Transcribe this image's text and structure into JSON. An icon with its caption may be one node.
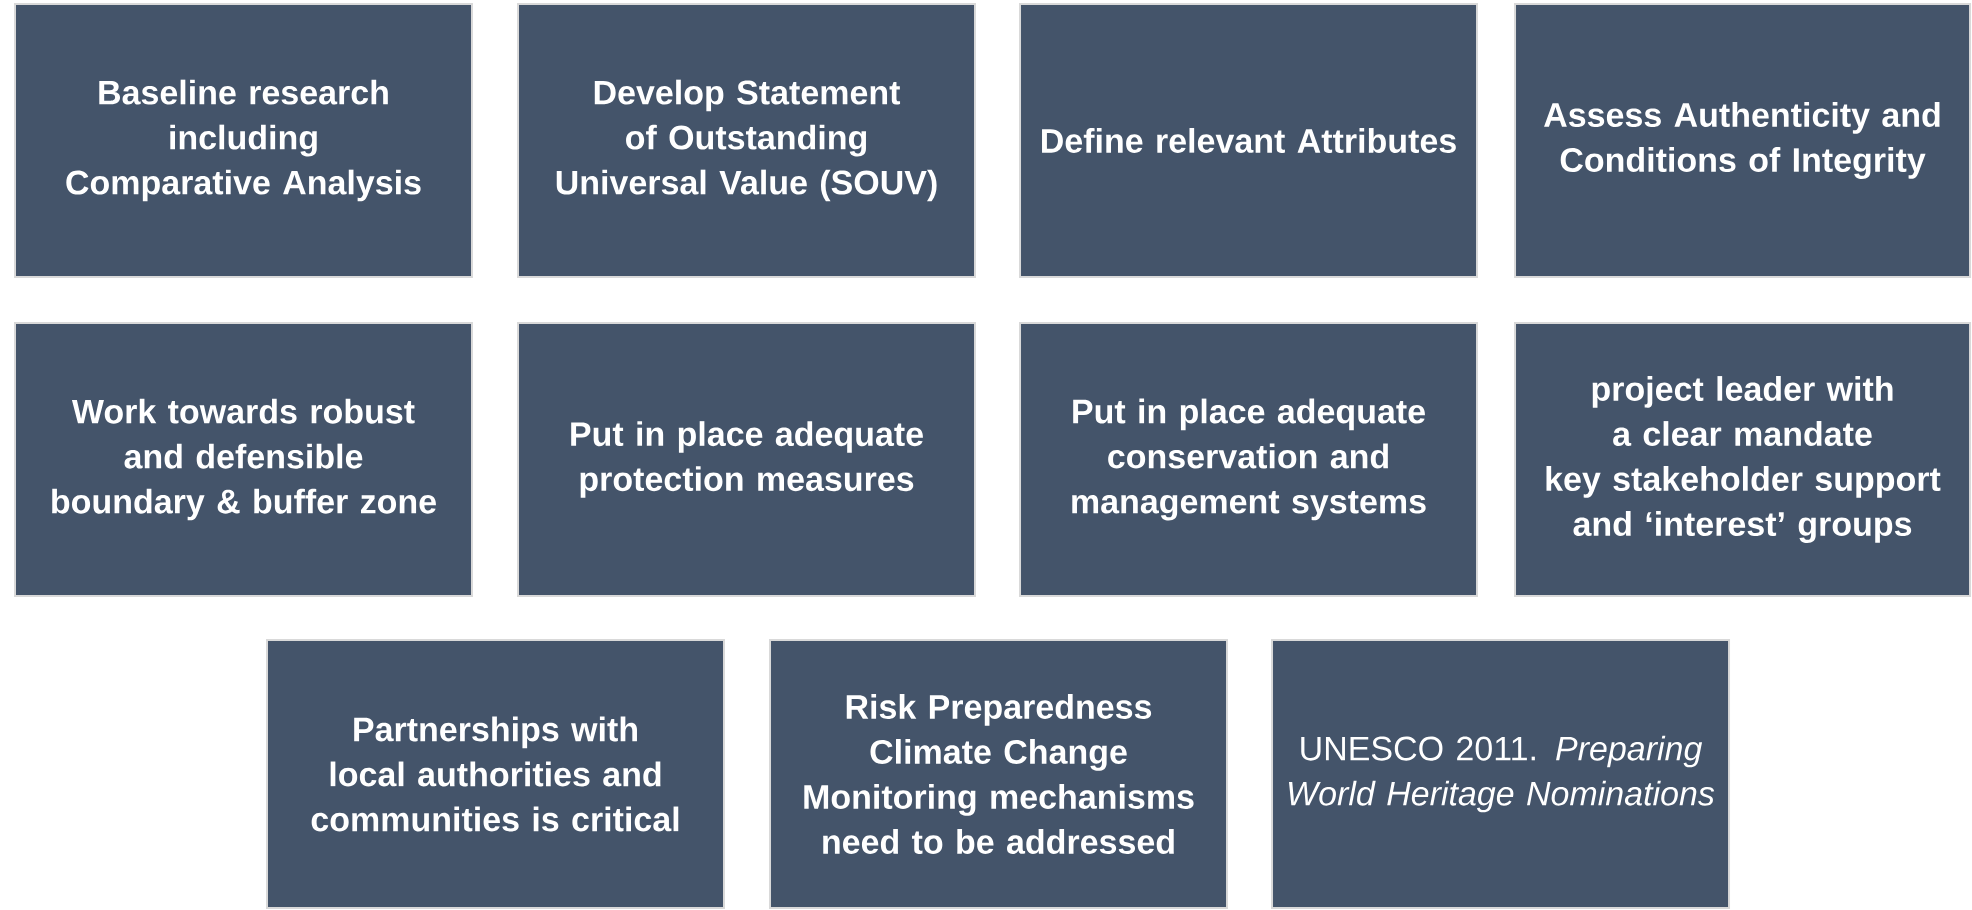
{
  "diagram": {
    "nodes": [
      {
        "text": [
          "Baseline research including Comparative Analysis"
        ]
      },
      {
        "text": [
          "Develop Statement of Outstanding Universal Value (SOUV)"
        ]
      },
      {
        "text": [
          "Define relevant Attributes"
        ]
      },
      {
        "text": [
          "Assess Authenticity and Conditions of Integrity"
        ]
      },
      {
        "text": [
          "Work towards robust and defensible boundary & buffer zone"
        ]
      },
      {
        "text": [
          "Put in place adequate protection measures"
        ]
      },
      {
        "text": [
          "Put in place adequate conservation and management systems"
        ]
      },
      {
        "text": [
          "project leader with a clear mandate",
          "key stakeholder support and ‘interest’ groups"
        ]
      },
      {
        "text": [
          "Partnerships with local authorities and communities is critical"
        ]
      },
      {
        "text": [
          "Risk Preparedness",
          "Climate Change",
          "Monitoring mechanisms need to be addressed"
        ]
      },
      {
        "text": [
          "UNESCO 2011. *Preparing World Heritage Nominations*"
        ]
      }
    ]
  }
}
